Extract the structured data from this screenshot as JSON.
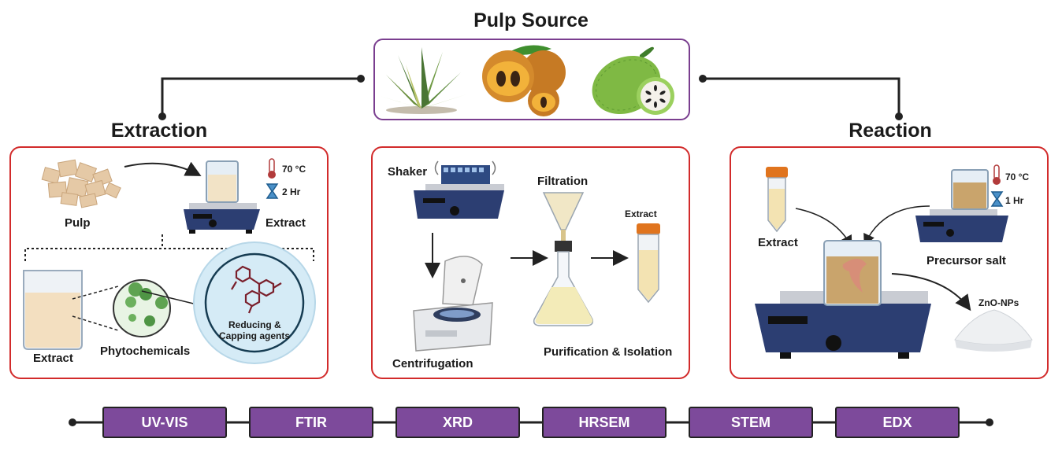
{
  "header": {
    "title": "Pulp Source"
  },
  "sections": {
    "extraction": {
      "title": "Extraction",
      "pulp": "Pulp",
      "extract": "Extract",
      "temp": "70 °C",
      "time": "2 Hr",
      "beaker_extract": "Extract",
      "phytochemicals": "Phytochemicals",
      "agents_line1": "Reducing &",
      "agents_line2": "Capping agents"
    },
    "purification": {
      "shaker": "Shaker",
      "filtration": "Filtration",
      "extract": "Extract",
      "centrifugation": "Centrifugation",
      "purification": "Purification & Isolation"
    },
    "reaction": {
      "title": "Reaction",
      "extract": "Extract",
      "temp": "70 °C",
      "time": "1 Hr",
      "precursor": "Precursor salt",
      "product": "ZnO-NPs"
    }
  },
  "techniques": [
    "UV-VIS",
    "FTIR",
    "XRD",
    "HRSEM",
    "STEM",
    "EDX"
  ],
  "colors": {
    "panel_border": "#d22b2b",
    "source_border": "#7a3e8f",
    "technique_fill": "#7d4a9b"
  },
  "icons": [
    "agave-icon",
    "sapote-fruit-icon",
    "soursop-fruit-icon",
    "hotplate-icon",
    "beaker-icon",
    "thermometer-icon",
    "hourglass-icon",
    "shaker-icon",
    "centrifuge-icon",
    "funnel-flask-icon",
    "falcon-tube-icon",
    "nanoparticle-powder-icon",
    "molecule-icon"
  ]
}
